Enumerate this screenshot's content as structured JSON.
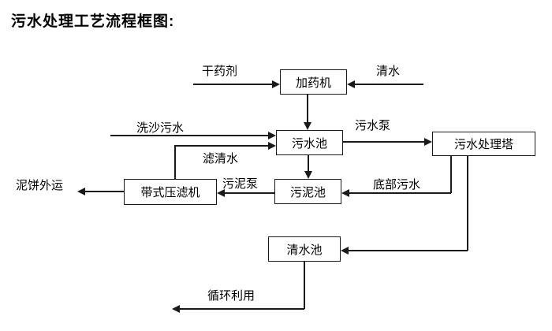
{
  "page": {
    "title": "污水处理工艺流程框图:"
  },
  "diagram": {
    "nodes": {
      "dosing_machine": {
        "label": "加药机"
      },
      "sewage_pool": {
        "label": "污水池"
      },
      "treatment_tower": {
        "label": "污水处理塔"
      },
      "sludge_pool": {
        "label": "污泥池"
      },
      "belt_filter_press": {
        "label": "带式压滤机"
      },
      "clean_water_pool": {
        "label": "清水池"
      }
    },
    "flow_labels": {
      "dry_agent": "干药剂",
      "clean_water": "清水",
      "sand_washing_sewage": "洗沙污水",
      "sewage_pump": "污水泵",
      "filtered_water": "滤清水",
      "sludge_pump": "污泥泵",
      "bottom_sewage": "底部污水",
      "mud_cake_out": "泥饼外运",
      "recycle": "循环利用"
    },
    "colors": {
      "line": "#1a1a1a",
      "box_border": "#1a1a1a",
      "box_fill": "#ffffff",
      "text": "#000000",
      "background": "#ffffff"
    }
  }
}
